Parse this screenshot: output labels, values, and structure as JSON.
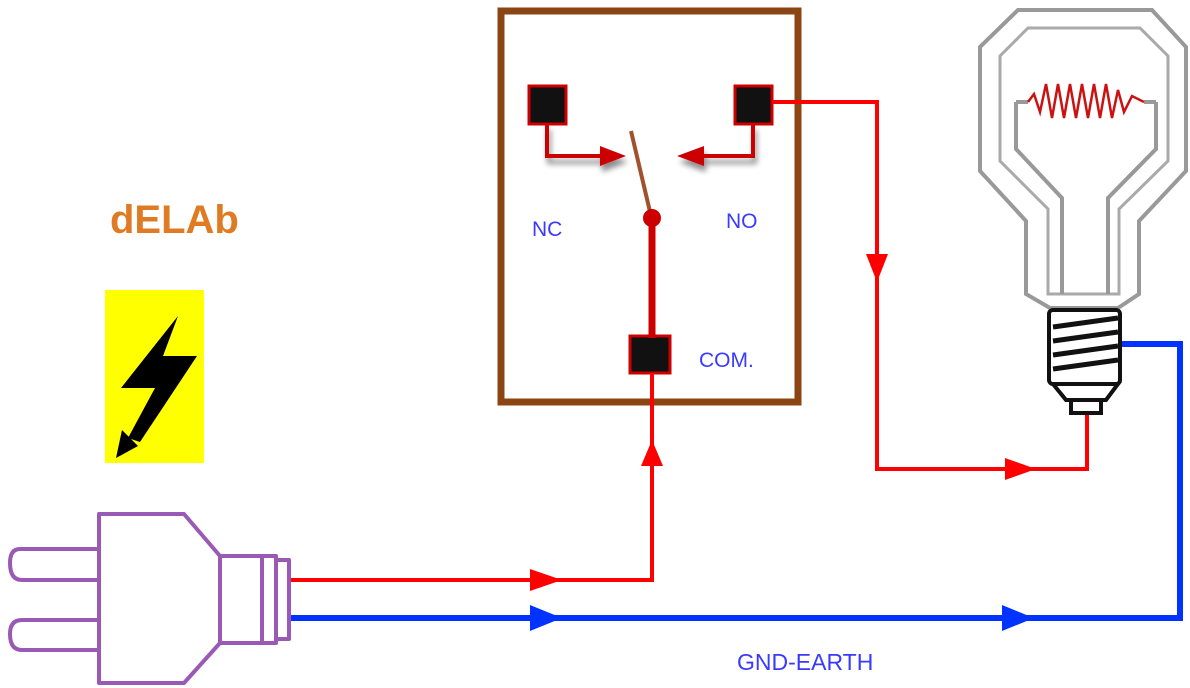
{
  "brand": {
    "text": "dELAb",
    "color": "#e07b24"
  },
  "relay": {
    "nc_label": "NC",
    "no_label": "NO",
    "com_label": "COM.",
    "box_color": "#8b4513",
    "arm_color": "#a0522d",
    "label_color": "#3a3aff"
  },
  "wires": {
    "live_color": "#ff0000",
    "ground_color": "#0033ff",
    "ground_label": "GND-EARTH"
  },
  "hazard": {
    "background": "#ffff00",
    "icon": "lightning-bolt-icon"
  },
  "plug": {
    "color": "#9b59b6",
    "icon": "power-plug-icon"
  },
  "bulb": {
    "icon": "light-bulb-icon",
    "outline_color": "#999999",
    "filament_color": "#cc1111"
  }
}
